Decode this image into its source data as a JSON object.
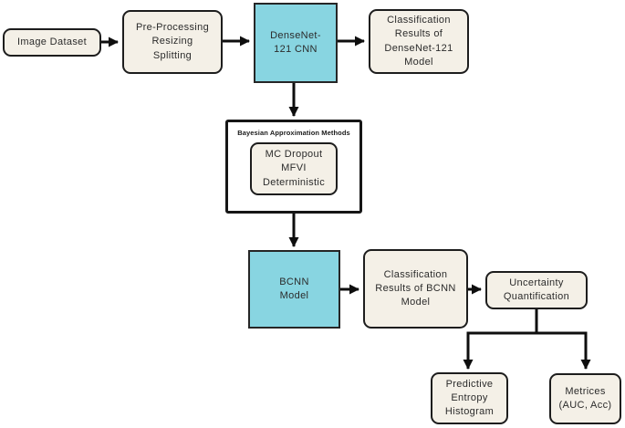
{
  "diagram_type": "flowchart",
  "colors": {
    "accent_cyan": "#88d5e1",
    "box_cream": "#f4f0e7",
    "border_dark": "#1d1d1d",
    "arrow_black": "#0e0e0e",
    "background": "#ffffff"
  },
  "nodes": {
    "image_dataset": {
      "label": "Image Dataset"
    },
    "preprocessing": {
      "label": "Pre-Processing\nResizing\nSplitting"
    },
    "densenet": {
      "label": "DenseNet-\n121 CNN"
    },
    "densenet_results": {
      "label": "Classification\nResults of\nDenseNet-121\nModel"
    },
    "bayesian_container": {
      "title": "Bayesian Approximation Methods"
    },
    "bayesian_methods": {
      "label": "MC Dropout\nMFVI\nDeterministic"
    },
    "bcnn": {
      "label": "BCNN\nModel"
    },
    "bcnn_results": {
      "label": "Classification\nResults of BCNN\nModel"
    },
    "uncertainty": {
      "label": "Uncertainty\nQuantification"
    },
    "predictive_entropy": {
      "label": "Predictive\nEntropy\nHistogram"
    },
    "metrices": {
      "label": "Metrices\n(AUC, Acc)"
    }
  }
}
